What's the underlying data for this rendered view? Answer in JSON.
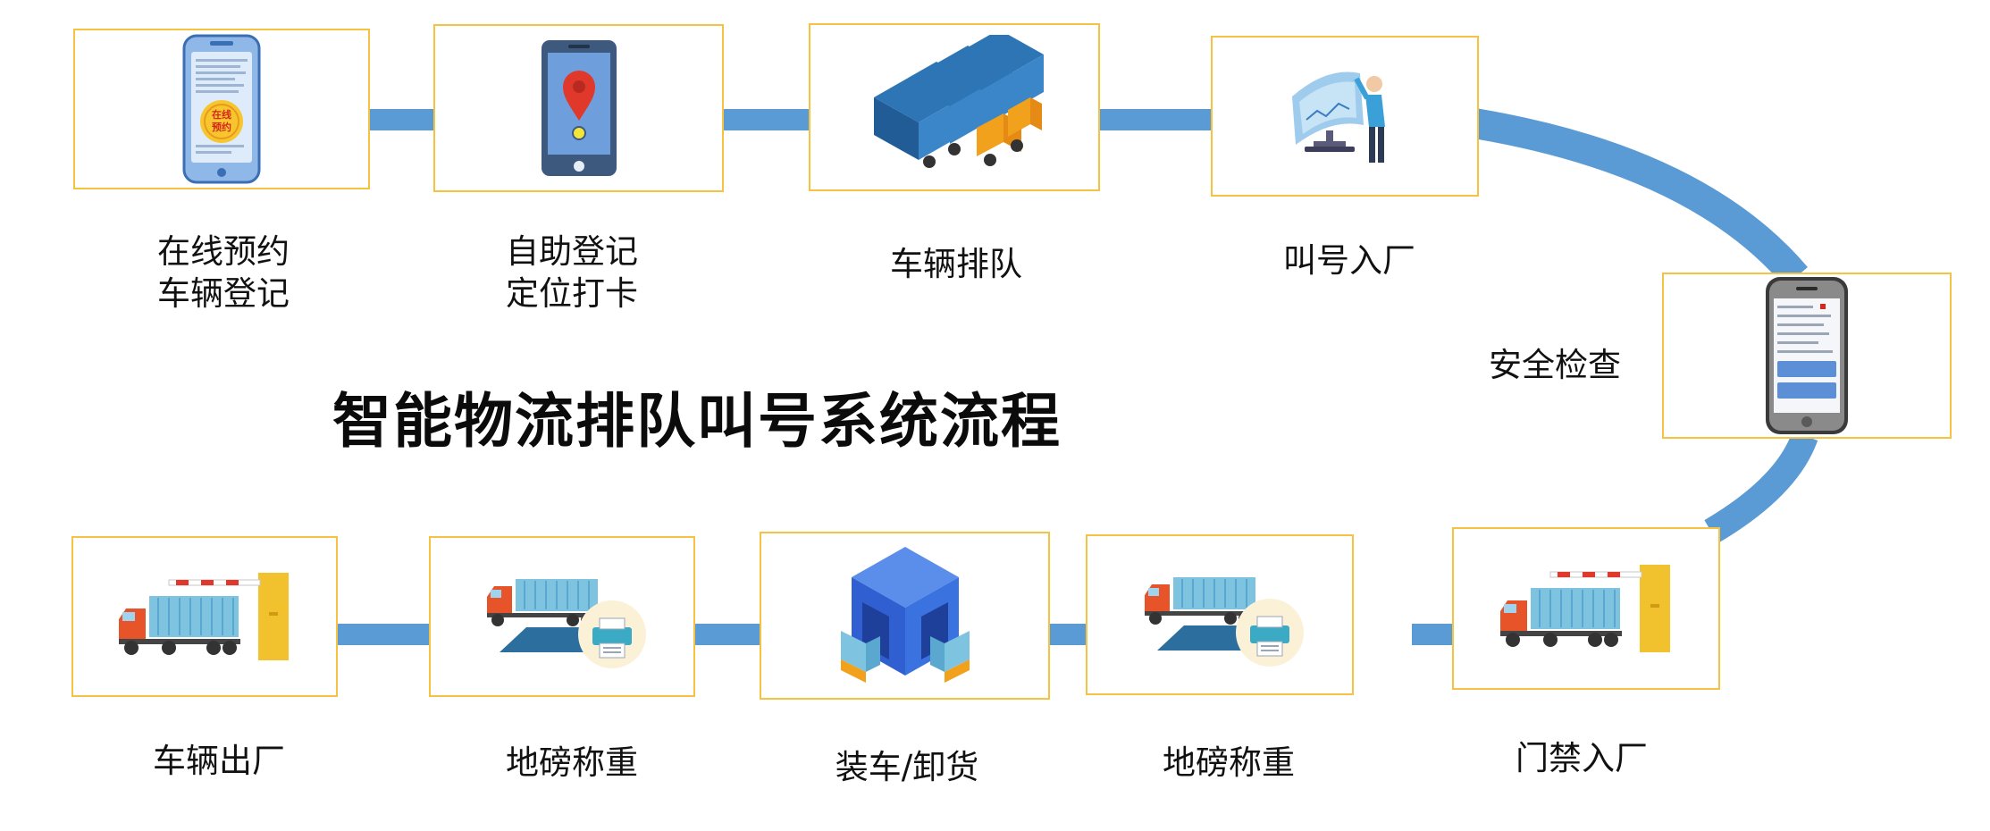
{
  "title": "智能物流排队叫号系统流程",
  "colors": {
    "connector": "#5B9BD5",
    "box_border": "#F5C242",
    "truck_cab": "#E8542A",
    "container": "#7EC3E0",
    "barrier": "#F2C12E"
  },
  "steps": [
    {
      "label": "在线预约\n车辆登记",
      "icon": "phone-booking-icon",
      "badge": "在线\n预约"
    },
    {
      "label": "自助登记\n定位打卡",
      "icon": "phone-location-icon"
    },
    {
      "label": "车辆排队",
      "icon": "trucks-queue-icon"
    },
    {
      "label": "叫号入厂",
      "icon": "call-number-screen-icon"
    },
    {
      "label": "安全检查",
      "icon": "safety-check-phone-icon"
    },
    {
      "label": "门禁入厂",
      "icon": "gate-entry-truck-icon"
    },
    {
      "label": "地磅称重",
      "icon": "weighbridge-icon"
    },
    {
      "label": "装车/卸货",
      "icon": "warehouse-loading-icon"
    },
    {
      "label": "地磅称重",
      "icon": "weighbridge-icon"
    },
    {
      "label": "车辆出厂",
      "icon": "gate-exit-truck-icon"
    }
  ]
}
